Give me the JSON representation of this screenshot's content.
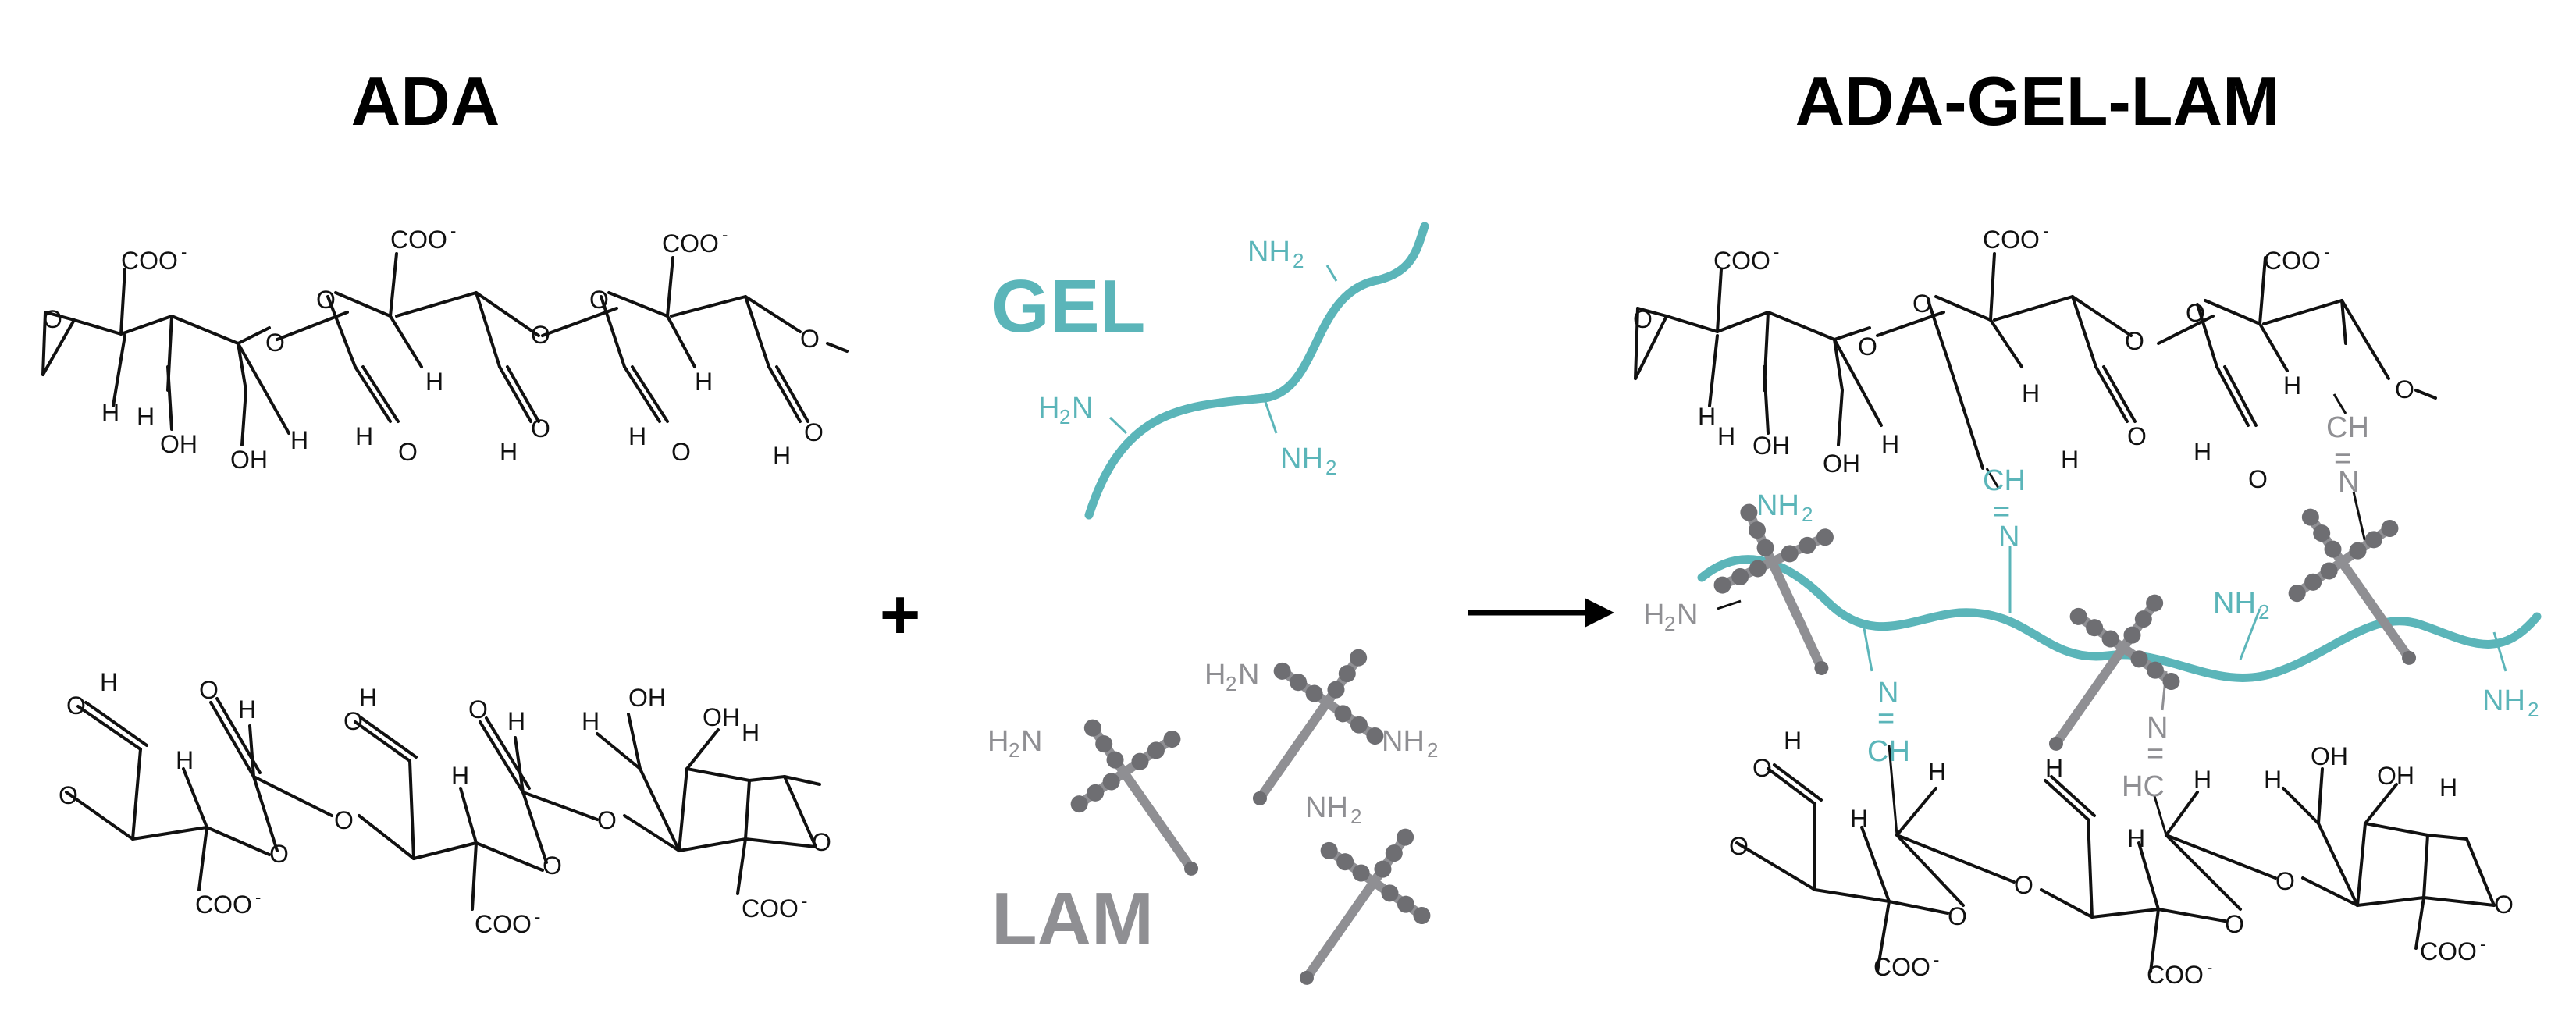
{
  "titles": {
    "left": "ADA",
    "right": "ADA-GEL-LAM"
  },
  "labels": {
    "gel": "GEL",
    "lam": "LAM",
    "plus": "+"
  },
  "atoms": {
    "coo": "COO",
    "minus": "-",
    "o": "O",
    "h": "H",
    "oh": "OH",
    "nh2_n": "NH",
    "nh2_sub": "2",
    "h2n_h": "H",
    "h2n_sub": "2",
    "h2n_n": "N",
    "ch": "CH",
    "hc": "HC",
    "n": "N"
  },
  "colors": {
    "gel": "#5bb5b9",
    "lam": "#8f8f93",
    "lam_dark": "#6e6e72",
    "ink": "#111111"
  }
}
